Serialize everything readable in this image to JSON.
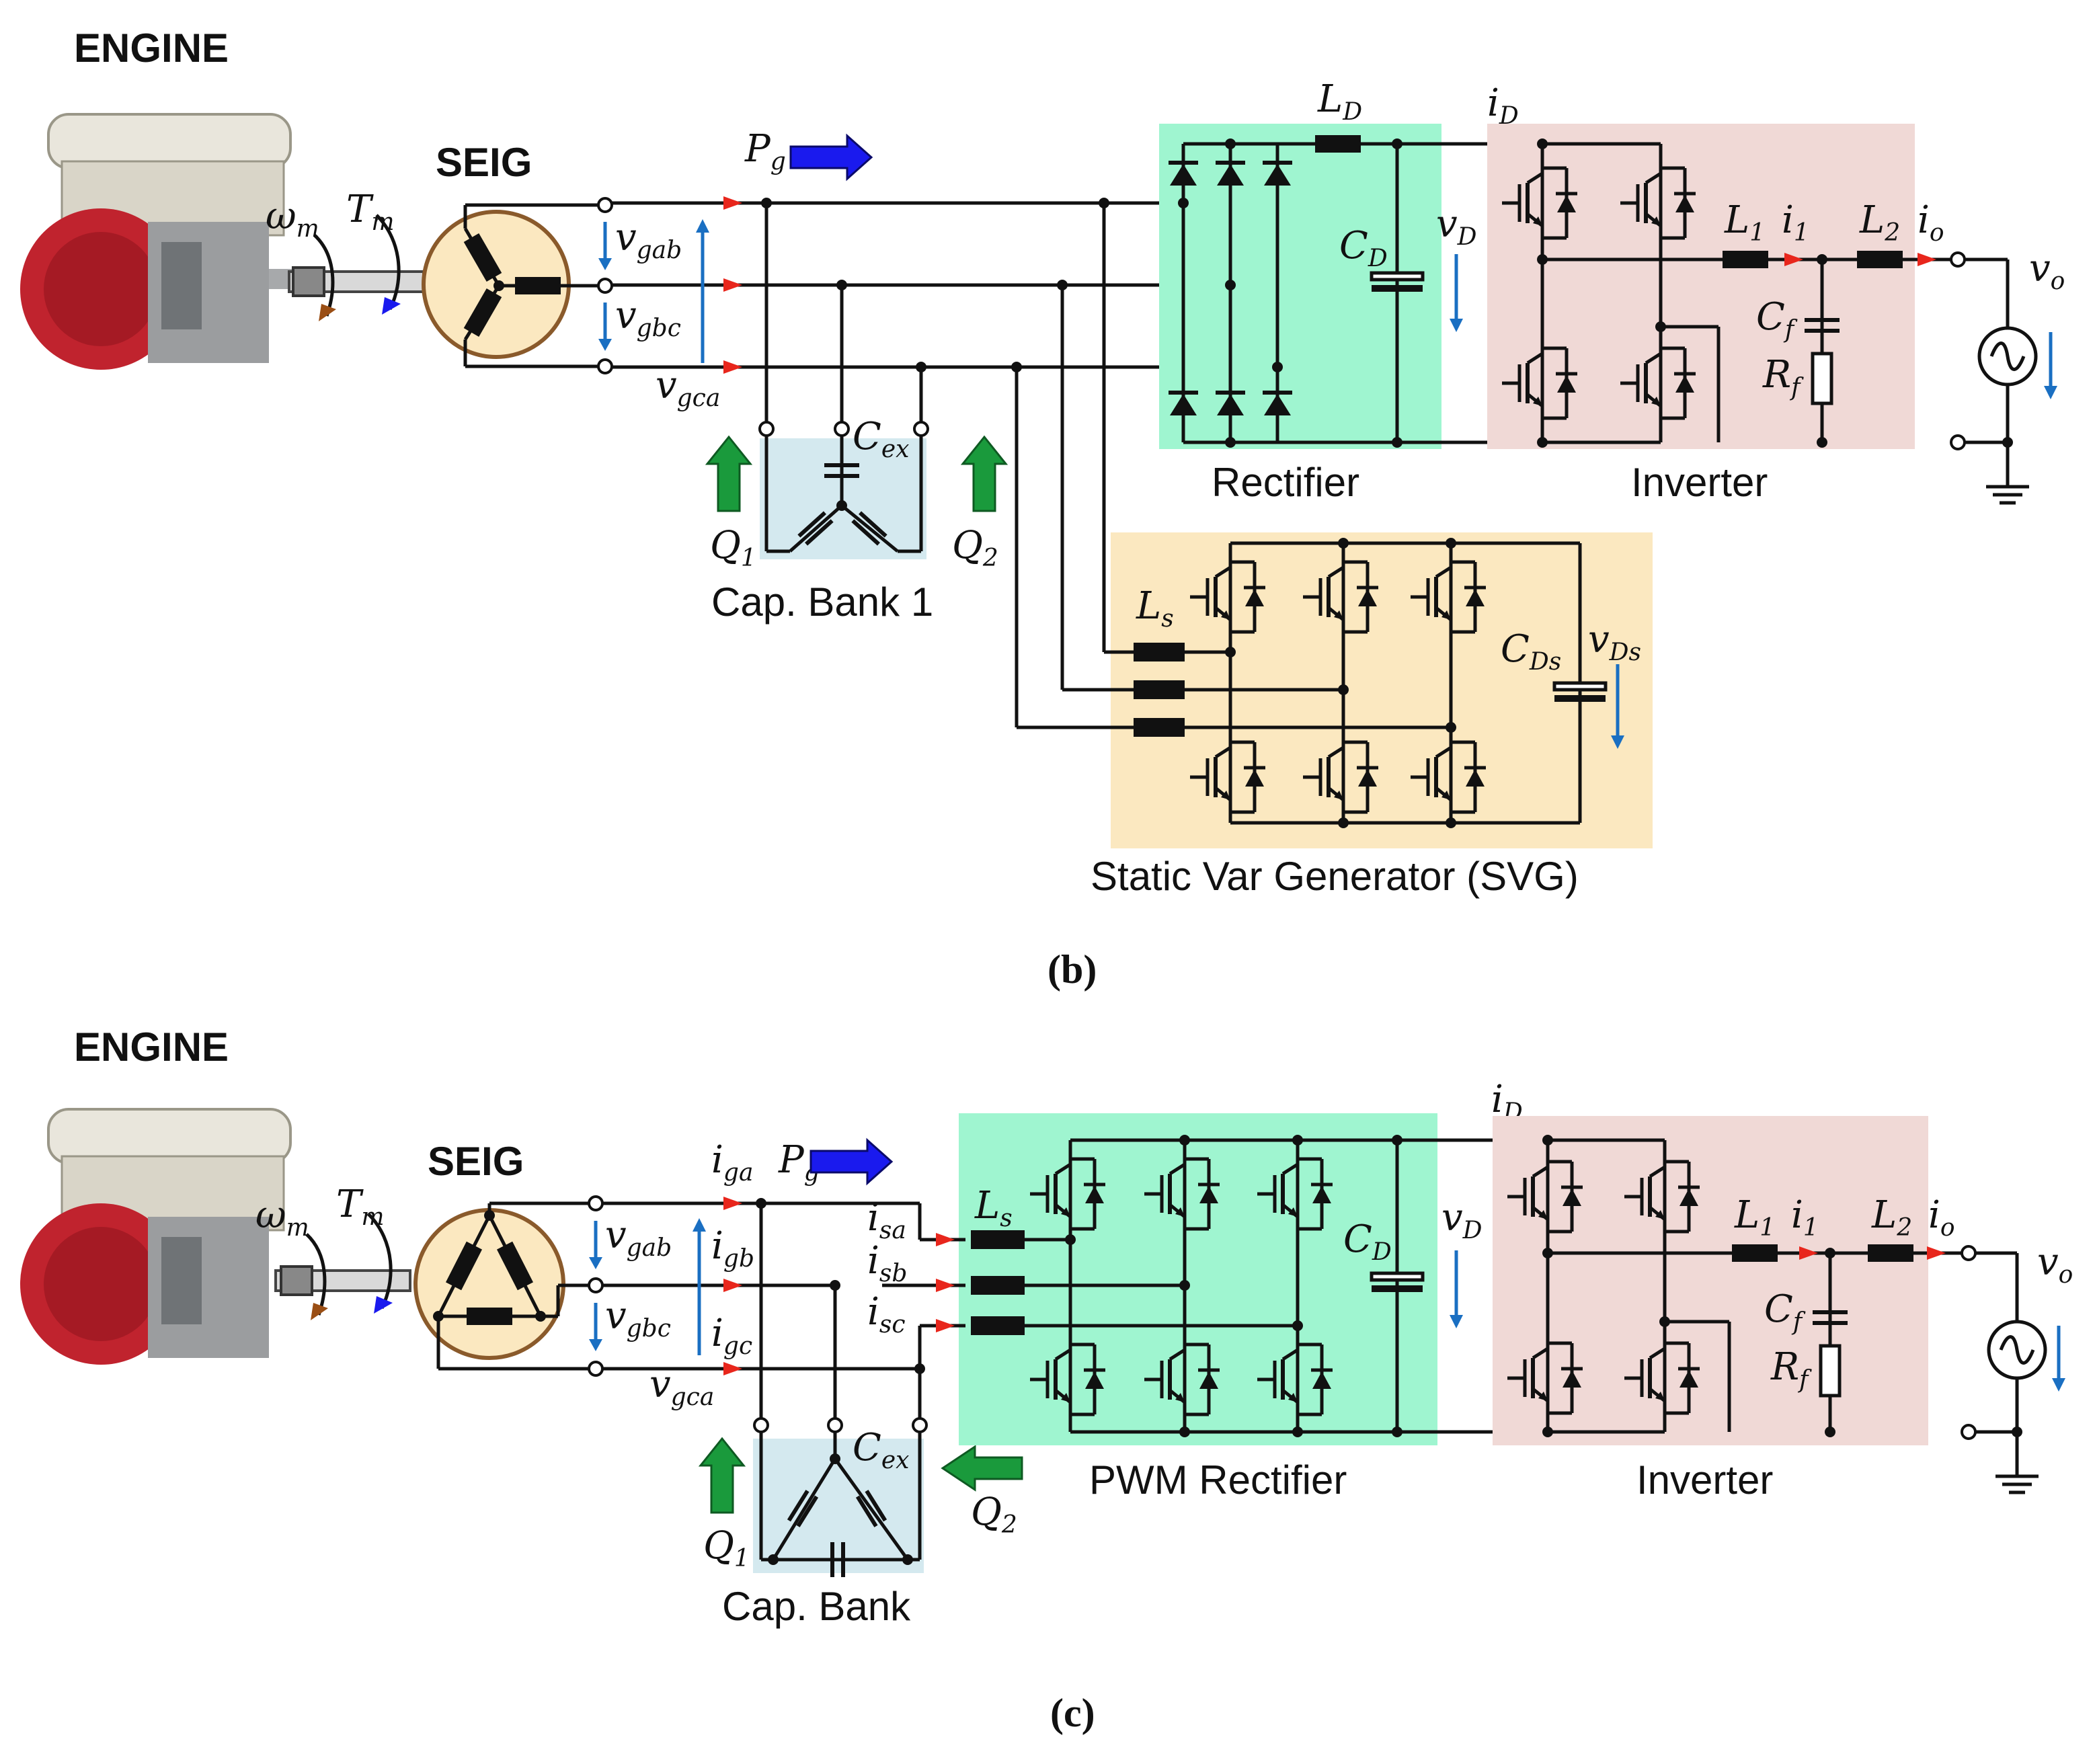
{
  "panel_b": {
    "caption_open": "(",
    "caption_letter": "b",
    "caption_close": ")",
    "engine_label": "ENGINE",
    "seig_label": "SEIG",
    "omega_sym": "ω",
    "omega_sub": "m",
    "torque_sym": "T",
    "torque_sub": "m",
    "pg_sym": "P",
    "pg_sub": "g",
    "vgab_sym": "v",
    "vgab_sub": "gab",
    "vgbc_sym": "v",
    "vgbc_sub": "gbc",
    "vgca_sym": "v",
    "vgca_sub": "gca",
    "cex_sym": "C",
    "cex_sub": "ex",
    "q1_sym": "Q",
    "q1_sub": "1",
    "q2_sym": "Q",
    "q2_sub": "2",
    "cap_bank_label": "Cap. Bank 1",
    "rectifier_label": "Rectifier",
    "inverter_label": "Inverter",
    "svg_label": "Static Var Generator (SVG)",
    "ld_sym": "L",
    "ld_sub": "D",
    "cd_sym": "C",
    "cd_sub": "D",
    "vd_sym": "v",
    "vd_sub": "D",
    "id_sym": "i",
    "id_sub": "D",
    "l1_sym": "L",
    "l1_sub": "1",
    "i1_sym": "i",
    "i1_sub": "1",
    "l2_sym": "L",
    "l2_sub": "2",
    "io_sym": "i",
    "io_sub": "o",
    "vo_sym": "v",
    "vo_sub": "o",
    "cf_sym": "C",
    "cf_sub": "f",
    "rf_sym": "R",
    "rf_sub": "f",
    "ls_sym": "L",
    "ls_sub": "s",
    "cds_sym": "C",
    "cds_sub": "Ds",
    "vds_sym": "v",
    "vds_sub": "Ds"
  },
  "panel_c": {
    "caption_open": "(",
    "caption_letter": "c",
    "caption_close": ")",
    "engine_label": "ENGINE",
    "seig_label": "SEIG",
    "omega_sym": "ω",
    "omega_sub": "m",
    "torque_sym": "T",
    "torque_sub": "m",
    "pg_sym": "P",
    "pg_sub": "g",
    "iga_sym": "i",
    "iga_sub": "ga",
    "igb_sym": "i",
    "igb_sub": "gb",
    "igc_sym": "i",
    "igc_sub": "gc",
    "isa_sym": "i",
    "isa_sub": "sa",
    "isb_sym": "i",
    "isb_sub": "sb",
    "isc_sym": "i",
    "isc_sub": "sc",
    "vgab_sym": "v",
    "vgab_sub": "gab",
    "vgbc_sym": "v",
    "vgbc_sub": "gbc",
    "vgca_sym": "v",
    "vgca_sub": "gca",
    "cex_sym": "C",
    "cex_sub": "ex",
    "q1_sym": "Q",
    "q1_sub": "1",
    "q2_sym": "Q",
    "q2_sub": "2",
    "cap_bank_label": "Cap. Bank",
    "rectifier_label": "PWM Rectifier",
    "inverter_label": "Inverter",
    "ls_sym": "L",
    "ls_sub": "s",
    "cd_sym": "C",
    "cd_sub": "D",
    "vd_sym": "v",
    "vd_sub": "D",
    "id_sym": "i",
    "id_sub": "D",
    "l1_sym": "L",
    "l1_sub": "1",
    "i1_sym": "i",
    "i1_sub": "1",
    "l2_sym": "L",
    "l2_sub": "2",
    "io_sym": "i",
    "io_sub": "o",
    "vo_sym": "v",
    "vo_sub": "o",
    "cf_sym": "C",
    "cf_sub": "f",
    "rf_sym": "R",
    "rf_sub": "f"
  },
  "colors": {
    "rectifier_fill": "#9ff5d0",
    "inverter_fill": "#f0d9d6",
    "svg_fill": "#fbe8c0",
    "cap_bank_fill": "#d4e9ef",
    "seig_fill": "#fbe8c0",
    "seig_stroke": "#8a5a2b",
    "wire": "#111111",
    "current_arrow": "#e8261c",
    "voltage_arrow": "#1a6fc2",
    "power_arrow": "#1a1aee",
    "reactive_arrow": "#1a9a3c",
    "omega_arrow": "#9a4e14",
    "torque_arrow": "#1a1aee"
  }
}
